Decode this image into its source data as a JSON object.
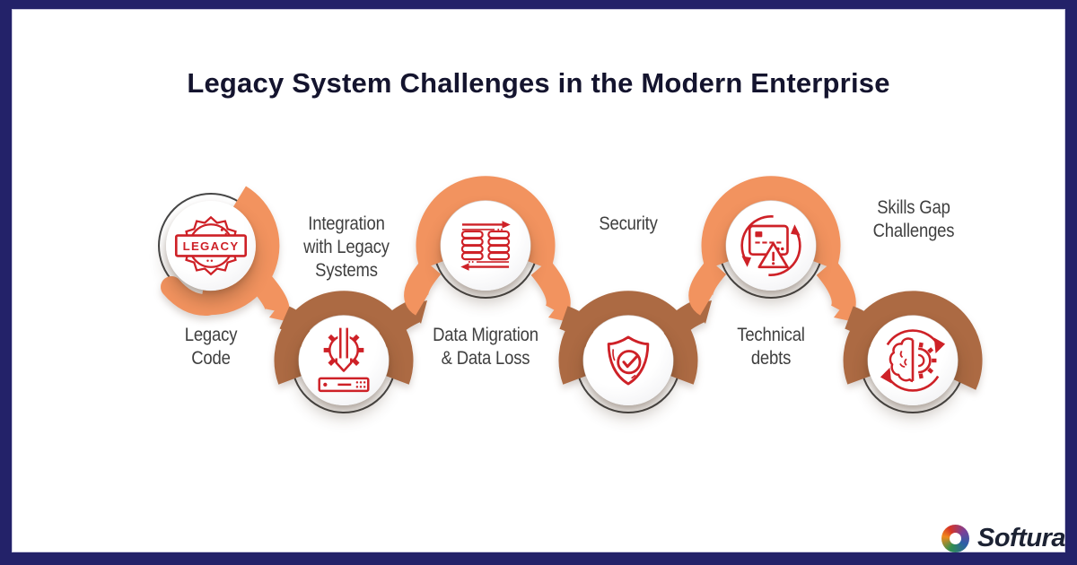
{
  "title": "Legacy System Challenges in the Modern Enterprise",
  "diagram": {
    "badge_text": "LEGACY",
    "nodes": [
      {
        "id": "legacy-code",
        "label": "Legacy\nCode",
        "icon": "legacy-badge-icon",
        "row": "top"
      },
      {
        "id": "integration-with-legacy-systems",
        "label": "Integration\nwith Legacy\nSystems",
        "icon": "gear-arrow-server-icon",
        "row": "bottom"
      },
      {
        "id": "data-migration-data-loss",
        "label": "Data Migration\n& Data Loss",
        "icon": "database-transfer-icon",
        "row": "top"
      },
      {
        "id": "security",
        "label": "Security",
        "icon": "shield-check-icon",
        "row": "bottom"
      },
      {
        "id": "technical-debts",
        "label": "Technical\ndebts",
        "icon": "credit-card-warning-icon",
        "row": "top"
      },
      {
        "id": "skills-gap-challenges",
        "label": "Skills Gap\nChallenges",
        "icon": "brain-gear-icon",
        "row": "bottom"
      }
    ],
    "colors": {
      "ribbon_light": "#F2935F",
      "ribbon_dark": "#AC6A43",
      "icon_red": "#CE2127",
      "ring_gray": "#464646",
      "label_text": "#3F3F3F",
      "title_text": "#14142E",
      "border_navy": "#232269"
    }
  },
  "brand": {
    "name": "Softura"
  }
}
